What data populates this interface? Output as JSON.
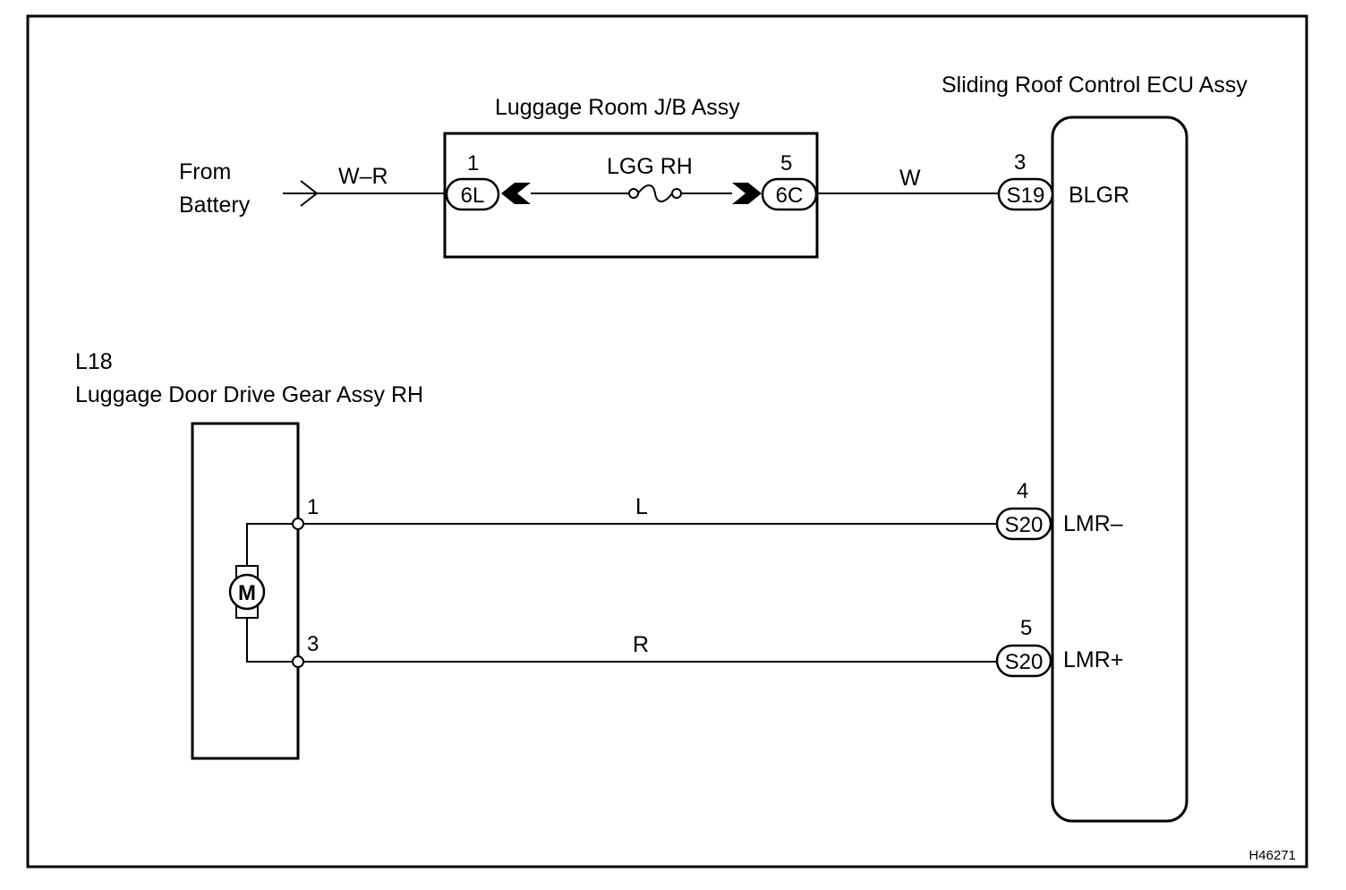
{
  "diagram_code": "H46271",
  "battery": {
    "line1": "From",
    "line2": "Battery",
    "wire_color": "W–R"
  },
  "junction_box": {
    "title": "Luggage Room J/B Assy",
    "fuse_label": "LGG RH",
    "in_pin": "1",
    "in_connector": "6L",
    "out_pin": "5",
    "out_connector": "6C"
  },
  "ecu": {
    "title": "Sliding Roof Control ECU Assy",
    "terminals": [
      {
        "pin": "3",
        "connector": "S19",
        "name": "BLGR",
        "wire_color": "W"
      },
      {
        "pin": "4",
        "connector": "S20",
        "name": "LMR–",
        "wire_color": "L"
      },
      {
        "pin": "5",
        "connector": "S20",
        "name": "LMR+",
        "wire_color": "R"
      }
    ]
  },
  "motor_component": {
    "code": "L18",
    "title": "Luggage Door Drive Gear Assy RH",
    "symbol": "M",
    "pins": [
      "1",
      "3"
    ]
  }
}
